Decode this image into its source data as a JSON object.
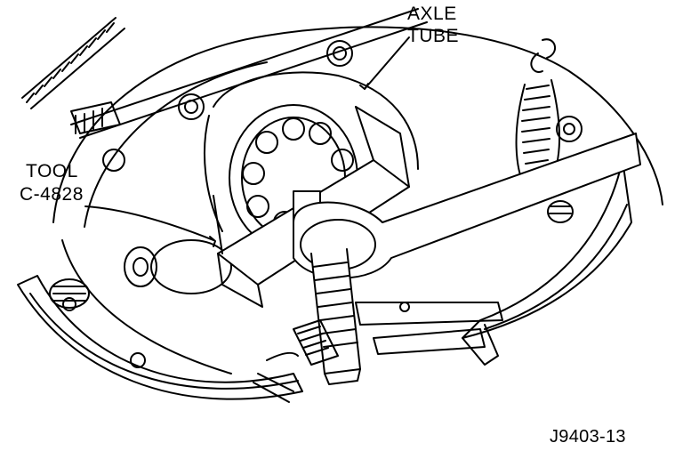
{
  "callouts": {
    "axle_tube_line1": "AXLE",
    "axle_tube_line2": "TUBE",
    "tool_line1": "TOOL",
    "tool_line2": "C-4828"
  },
  "figure_id": "J9403-13",
  "colors": {
    "ink": "#000000",
    "paper": "#ffffff"
  }
}
